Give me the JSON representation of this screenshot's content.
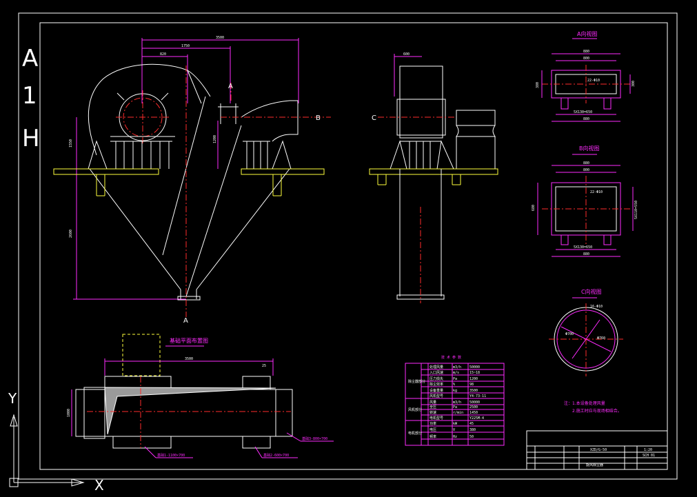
{
  "sheet": {
    "size_letters": [
      "A",
      "1",
      "H"
    ],
    "axis_x": "X",
    "axis_y": "Y"
  },
  "views": {
    "section_a": "A",
    "section_b": "B",
    "section_c": "C",
    "section_a_title": "A向视图",
    "section_b_title": "B向视图",
    "section_c_title": "C向视图",
    "layout_title": "基础平面布置图"
  },
  "notes": {
    "prefix": "注：",
    "line1": "1.本设备处理风量",
    "line2": "2.施工时应与现场相结合。"
  },
  "params_table": {
    "title": "技 术 参 数",
    "group_labels": [
      "除尘器部分",
      "风机部分",
      "电机部分"
    ],
    "rows": [
      [
        "处理风量",
        "",
        "m3/h",
        "50000"
      ],
      [
        "入口风速",
        "",
        "m/s",
        "15~18"
      ],
      [
        "压力损失",
        "",
        "Pa",
        "1200"
      ],
      [
        "除尘效率",
        "",
        "%",
        "98"
      ],
      [
        "设备重量",
        "",
        "kg",
        "3500"
      ],
      [
        "风机型号",
        "",
        "",
        "Y4-73-11"
      ],
      [
        "风量",
        "",
        "m3/h",
        "50000"
      ],
      [
        "全压",
        "",
        "Pa",
        "2500"
      ],
      [
        "转速",
        "",
        "r/min",
        "1450"
      ],
      [
        "电机型号",
        "",
        "",
        "Y225M-4"
      ],
      [
        "功率",
        "",
        "kW",
        "45"
      ],
      [
        "电压",
        "",
        "V",
        "380"
      ],
      [
        "频率",
        "",
        "Hz",
        "50"
      ]
    ]
  },
  "title_block": {
    "drawing_name": "旋风除尘器",
    "project": "XZD/G-50",
    "scale": "1:20",
    "sheet_no": "SCH 01"
  },
  "leaders": {
    "l1": "基础1-1100×700",
    "l2": "基础2-600×700",
    "l3": "基础3-800×700"
  }
}
